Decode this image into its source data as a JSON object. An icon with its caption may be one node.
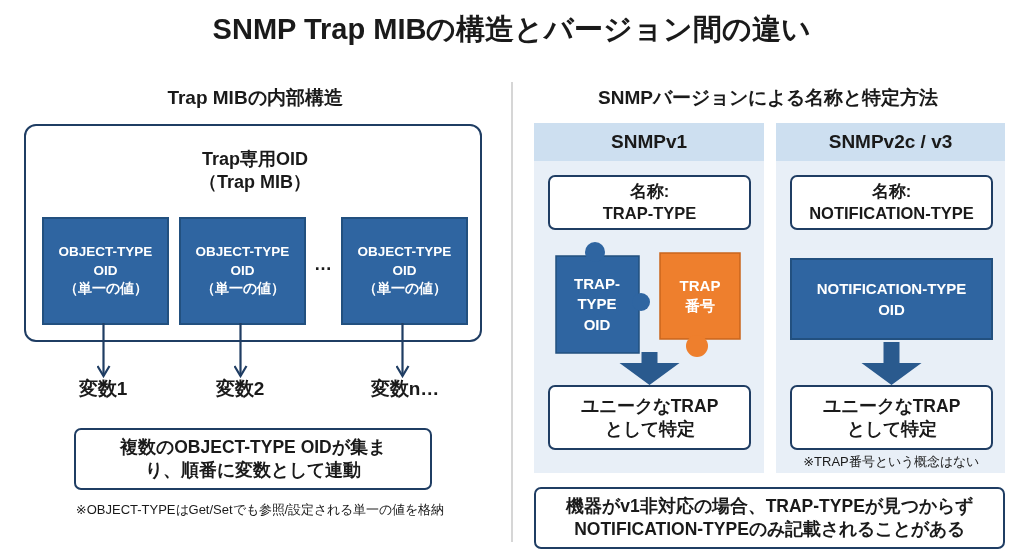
{
  "diagram": {
    "title": "SNMP Trap MIBの構造とバージョン間の違い",
    "nodes": [
      {
        "text": [
          "Trap専用OID（Trap MIB）"
        ]
      },
      {
        "text": [
          "OBJECT-TYPE OID（単一の値）"
        ],
        "in": 0
      },
      {
        "text": [
          "OBJECT-TYPE OID（単一の値）"
        ],
        "in": 0
      },
      {
        "text": [
          "OBJECT-TYPE OID（単一の値）"
        ],
        "in": 0
      },
      {
        "text": [
          "変数1"
        ]
      },
      {
        "text": [
          "変数2"
        ]
      },
      {
        "text": [
          "変数n…"
        ]
      },
      {
        "text": [
          "複数のOBJECT-TYPE OIDが集まり、順番に変数として連動"
        ]
      },
      {
        "text": [
          "SNMPv1"
        ]
      },
      {
        "text": [
          "名称: TRAP-TYPE"
        ],
        "in": 8
      },
      {
        "text": [
          "TRAP-TYPE OID"
        ],
        "in": 8
      },
      {
        "text": [
          "TRAP番号"
        ],
        "in": 8
      },
      {
        "text": [
          "ユニークなTRAPとして特定"
        ],
        "in": 8
      },
      {
        "text": [
          "SNMPv2c / v3"
        ]
      },
      {
        "text": [
          "名称: NOTIFICATION-TYPE"
        ],
        "in": 13
      },
      {
        "text": [
          "NOTIFICATION-TYPE OID"
        ],
        "in": 13
      },
      {
        "text": [
          "ユニークなTRAPとして特定"
        ],
        "in": 13
      },
      {
        "text": [
          "機器がv1非対応の場合、TRAP-TYPEが見つからずNOTIFICATION-TYPEのみ記載されることがある"
        ]
      }
    ],
    "edges": [
      {
        "from": 1,
        "to": 4,
        "arrow": "to"
      },
      {
        "from": 2,
        "to": 5,
        "arrow": "to"
      },
      {
        "from": 3,
        "to": 6,
        "arrow": "to"
      },
      {
        "from": 10,
        "to": 12,
        "arrow": "to",
        "style": "thick"
      },
      {
        "from": 11,
        "to": 12,
        "arrow": "to",
        "style": "thick"
      },
      {
        "from": 15,
        "to": 16,
        "arrow": "to",
        "style": "thick"
      }
    ],
    "labels": [
      "Trap MIBの内部構造",
      "SNMPバージョンによる名称と特定方法",
      "…",
      "※OBJECT-TYPEはGet/Setでも参照/設定される単一の値を格納",
      "※TRAP番号という概念はない"
    ]
  }
}
